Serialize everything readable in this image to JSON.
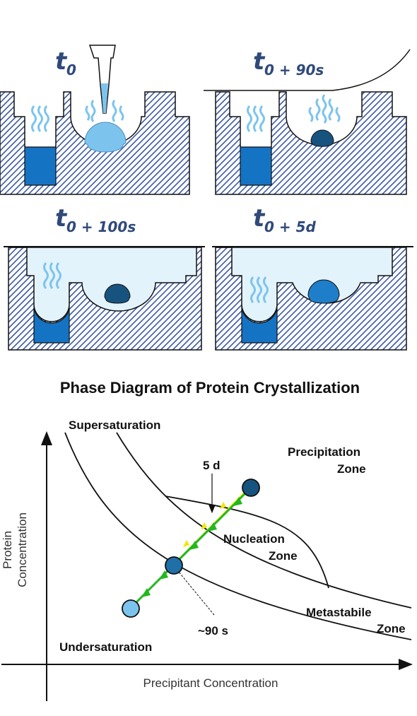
{
  "panels": [
    {
      "time": "t",
      "sub": "0"
    },
    {
      "time": "t",
      "sub": "0 + 90s"
    },
    {
      "time": "t",
      "sub": "0 + 100s"
    },
    {
      "time": "t",
      "sub": "0 + 5d"
    }
  ],
  "diagram": {
    "title": "Phase Diagram of Protein Crystallization",
    "x_axis": "Precipitant Concentration",
    "y_axis_line1": "Protein",
    "y_axis_line2": "Concentration",
    "zones": {
      "supersaturation": "Supersaturation",
      "precipitation_1": "Precipitation",
      "precipitation_2": "Zone",
      "nucleation_1": "Nucleation",
      "nucleation_2": "Zone",
      "metastable_1": "Metastabile",
      "metastable_2": "Zone",
      "undersaturation": "Undersaturation"
    },
    "annotations": {
      "five_days": "5 d",
      "ninety_s": "~90 s"
    }
  },
  "colors": {
    "hatch": "#3a58a0",
    "drop_light": "#7cc4ee",
    "drop_mid": "#1f7ec9",
    "reservoir": "#1573c4",
    "crystal": "#17537f",
    "arrow_green": "#22b81e",
    "arrow_yellow": "#f2e600"
  }
}
